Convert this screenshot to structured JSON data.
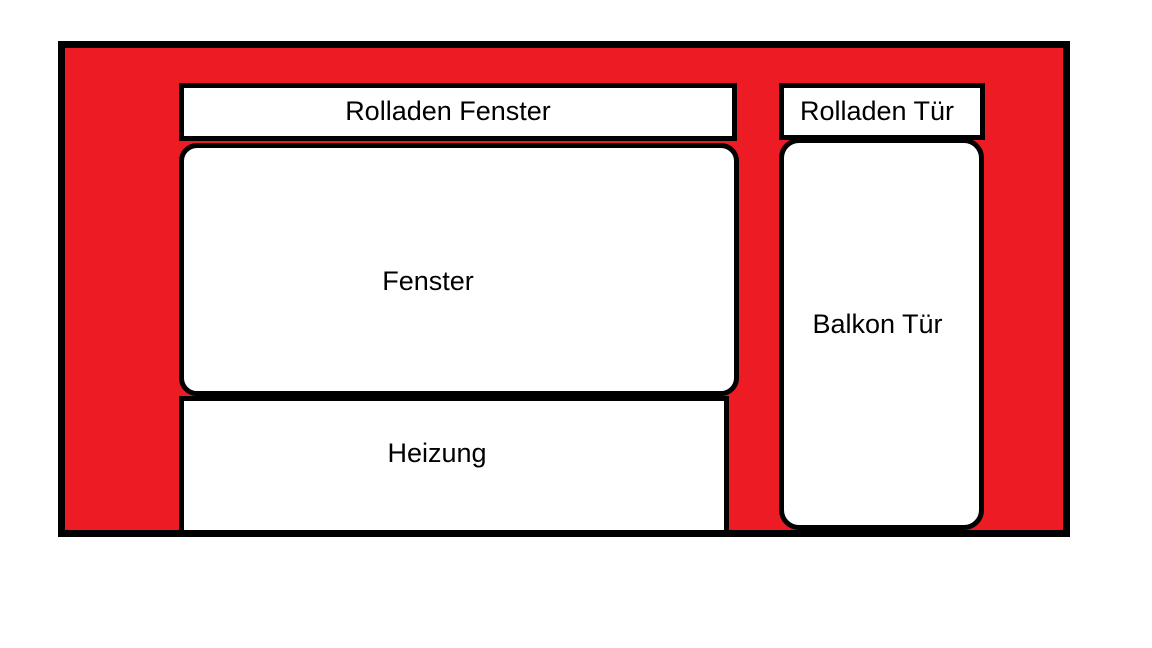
{
  "colors": {
    "wall_red": "#ed1c24",
    "outline_black": "#000000",
    "box_white": "#ffffff",
    "text_black": "#000000",
    "page_bg": "#ffffff"
  },
  "diagram": {
    "boxes": {
      "rolladen_fenster": {
        "label": "Rolladen Fenster"
      },
      "fenster": {
        "label": "Fenster"
      },
      "heizung": {
        "label": "Heizung"
      },
      "rolladen_tuer": {
        "label": "Rolladen Tür"
      },
      "balkon_tuer": {
        "label": "Balkon Tür"
      }
    }
  }
}
